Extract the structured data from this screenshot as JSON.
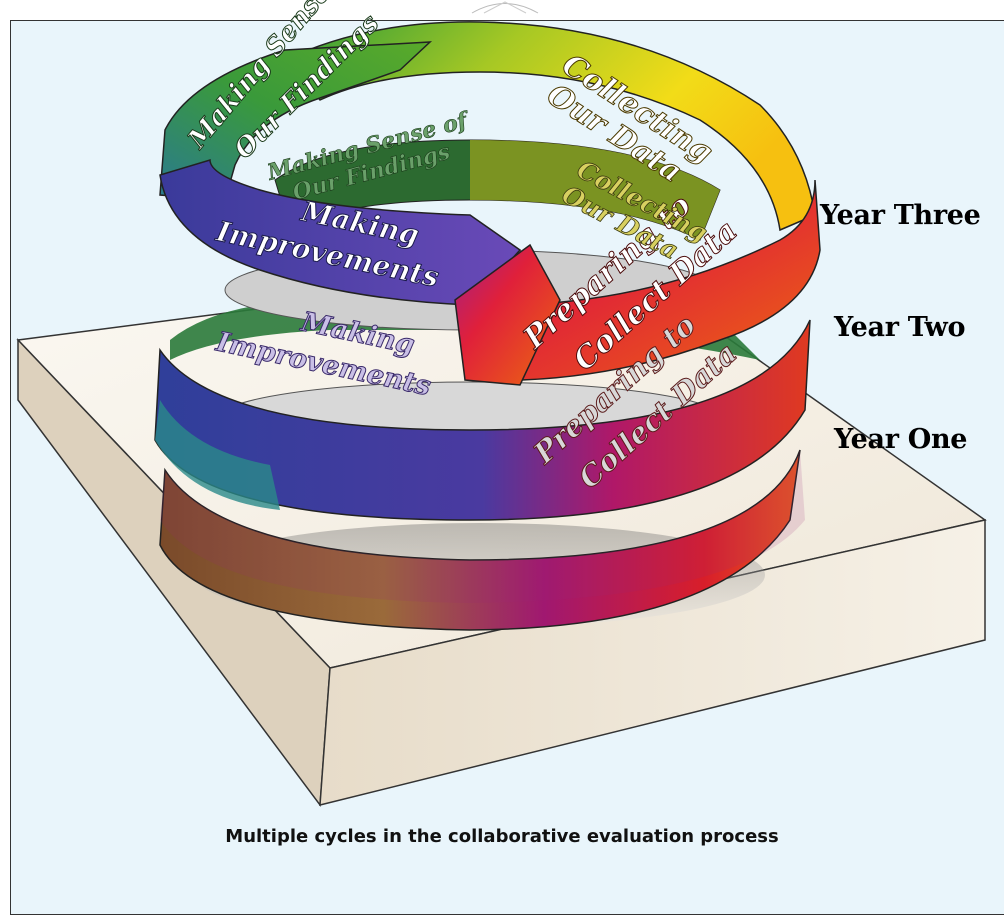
{
  "levels": {
    "year_three": "Year Three",
    "year_two": "Year Two",
    "year_one": "Year One"
  },
  "stages": {
    "collecting_top": "Collecting",
    "collecting_bottom": "Our Data",
    "preparing_top": "Preparing to",
    "preparing_bottom": "Collect Data",
    "making_improvements_top": "Making",
    "making_improvements_bottom": "Improvements",
    "making_sense_top": "Making Sense of",
    "making_sense_bottom": "Our Findings",
    "ghost_sense_top": "Making Sense of",
    "ghost_sense_bottom": "Our Findings",
    "ghost_collect_top": "Collecting",
    "ghost_collect_bottom": "Our Data"
  },
  "caption": "Multiple cycles in the collaborative evaluation process",
  "colors": {
    "background": "#e9f5fb",
    "collecting": "#e8d21a",
    "preparing": "#e0342a",
    "improvements": "#5b48b0",
    "sense": "#3f9a3a",
    "base": "#f4efe4"
  }
}
